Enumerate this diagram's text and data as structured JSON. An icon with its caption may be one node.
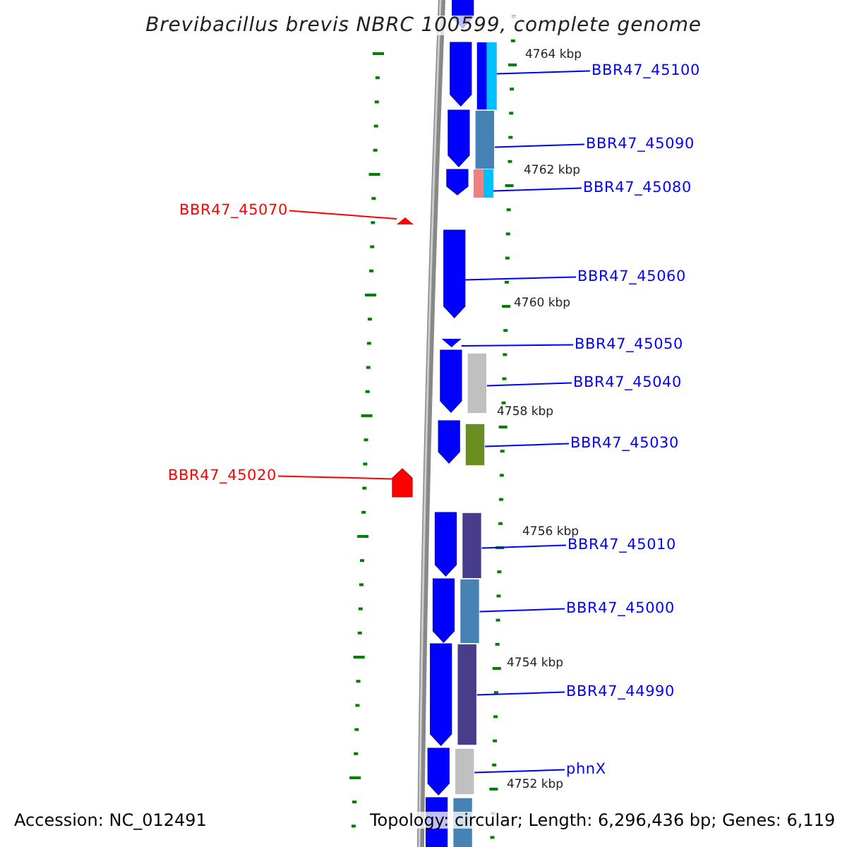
{
  "diagram": {
    "title": "Brevibacillus brevis NBRC 100599, complete genome",
    "nodes": [
      {
        "text": [
          "BBR47_45100"
        ]
      },
      {
        "text": [
          "BBR47_45090"
        ]
      },
      {
        "text": [
          "BBR47_45080"
        ]
      },
      {
        "text": [
          "BBR47_45070"
        ]
      },
      {
        "text": [
          "BBR47_45060"
        ]
      },
      {
        "text": [
          "BBR47_45050"
        ]
      },
      {
        "text": [
          "BBR47_45040"
        ]
      },
      {
        "text": [
          "BBR47_45030"
        ]
      },
      {
        "text": [
          "BBR47_45020"
        ]
      },
      {
        "text": [
          "BBR47_45010"
        ]
      },
      {
        "text": [
          "BBR47_45000"
        ]
      },
      {
        "text": [
          "BBR47_44990"
        ]
      },
      {
        "text": [
          "phnX"
        ]
      },
      {
        "text": [],
        "shape": "box"
      },
      {
        "text": [],
        "shape": "box"
      },
      {
        "text": [],
        "shape": "box"
      },
      {
        "text": [],
        "shape": "triangle"
      },
      {
        "text": [],
        "shape": "arrow"
      },
      {
        "text": [],
        "shape": "triangle"
      },
      {
        "text": [],
        "shape": "box"
      },
      {
        "text": [],
        "shape": "box"
      },
      {
        "text": [],
        "shape": "arrow"
      },
      {
        "text": [],
        "shape": "box"
      },
      {
        "text": [],
        "shape": "box"
      },
      {
        "text": [],
        "shape": "box"
      },
      {
        "text": [],
        "shape": "box"
      }
    ],
    "edges": [
      {
        "from": 0,
        "to": 13,
        "arrow": "none"
      },
      {
        "from": 1,
        "to": 14,
        "arrow": "none"
      },
      {
        "from": 2,
        "to": 15,
        "arrow": "none"
      },
      {
        "from": 3,
        "to": 16,
        "arrow": "none",
        "color": "#ff0000"
      },
      {
        "from": 4,
        "to": 17,
        "arrow": "none"
      },
      {
        "from": 5,
        "to": 18,
        "arrow": "none"
      },
      {
        "from": 6,
        "to": 19,
        "arrow": "none"
      },
      {
        "from": 7,
        "to": 20,
        "arrow": "none"
      },
      {
        "from": 8,
        "to": 21,
        "arrow": "none",
        "color": "#ff0000"
      },
      {
        "from": 9,
        "to": 22,
        "arrow": "none"
      },
      {
        "from": 10,
        "to": 23,
        "arrow": "none"
      },
      {
        "from": 11,
        "to": 24,
        "arrow": "none"
      },
      {
        "from": 12,
        "to": 25,
        "arrow": "none"
      }
    ],
    "labels": [
      "4764 kbp",
      "4762 kbp",
      "4760 kbp",
      "4758 kbp",
      "4756 kbp",
      "4754 kbp",
      "4752 kbp",
      "Accession: NC_012491",
      "Topology: circular; Length: 6,296,436 bp; Genes: 6,119"
    ]
  }
}
